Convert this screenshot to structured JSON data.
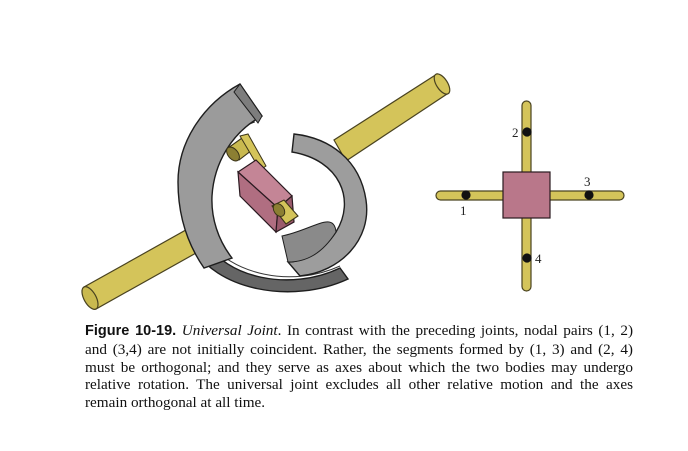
{
  "figure": {
    "label": "Figure 10-19.",
    "title": "Universal Joint",
    "text": "In contrast with the preceding joints, nodal pairs (1, 2) and (3,4) are not initially coincident. Rather, the segments formed by (1, 3) and (2, 4) must be orthogonal; and they serve as axes about which the two bodies may undergo relative rotation. The universal joint excludes all other relative motion and the axes remain orthogonal at all time."
  },
  "diagram": {
    "nodes": [
      {
        "id": "node-1",
        "label": "1"
      },
      {
        "id": "node-2",
        "label": "2"
      },
      {
        "id": "node-3",
        "label": "3"
      },
      {
        "id": "node-4",
        "label": "4"
      }
    ]
  },
  "colors": {
    "rod": "#d4c45a",
    "rod_stroke": "#4a4320",
    "ring_light": "#9a9a9a",
    "ring_dark": "#606060",
    "block": "#b9778a",
    "node": "#111111"
  }
}
